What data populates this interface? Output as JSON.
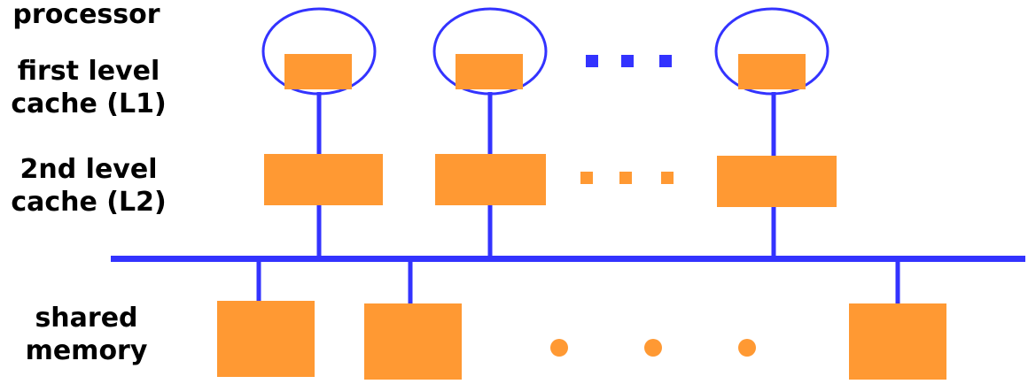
{
  "labels": {
    "processor": "processor",
    "l1": "first level\ncache (L1)",
    "l2": "2nd level\ncache (L2)",
    "memory": "shared\nmemory"
  },
  "colors": {
    "bus": "#3333ff",
    "cache": "#ff9933",
    "background": "#ffffff",
    "text": "#000000"
  }
}
